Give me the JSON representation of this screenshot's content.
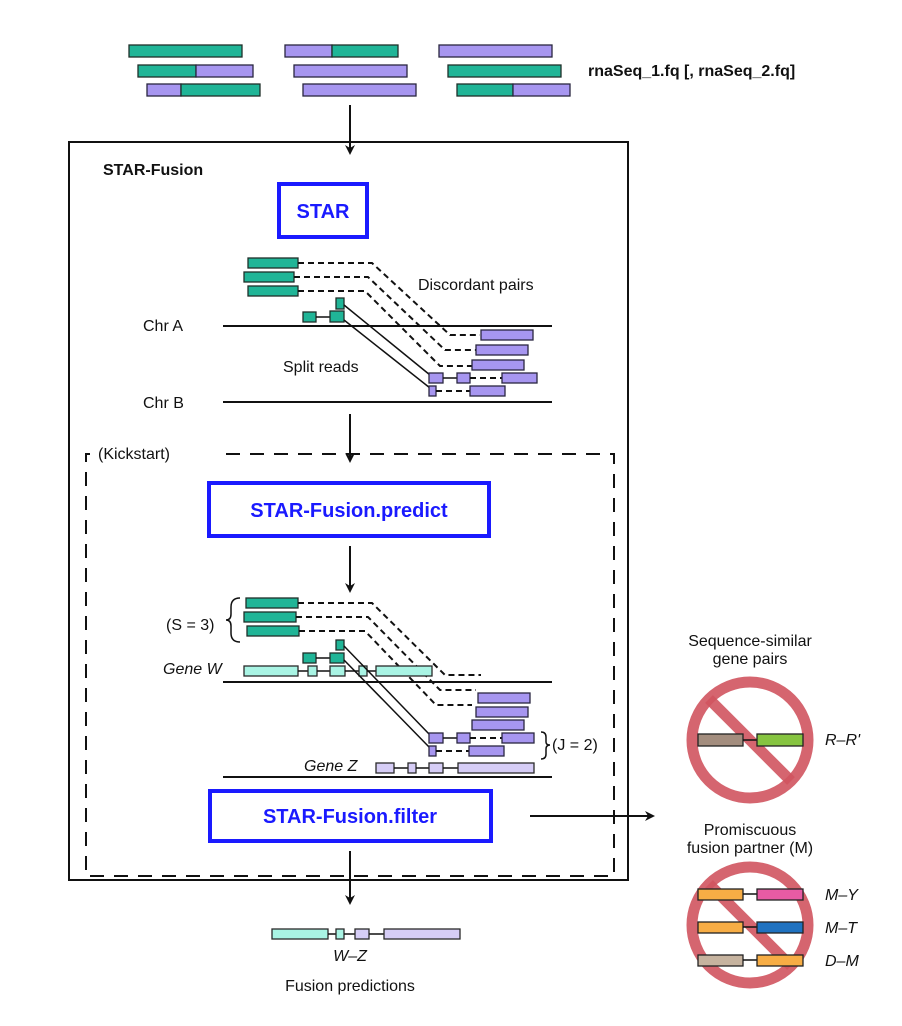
{
  "input": {
    "label": "rnaSeq_1.fq [, rnaSeq_2.fq]"
  },
  "pipeline": {
    "title": "STAR-Fusion",
    "star_label": "STAR",
    "discordant_label": "Discordant pairs",
    "split_reads_label": "Split reads",
    "chr_a_label": "Chr A",
    "chr_b_label": "Chr B",
    "kickstart_label": "(Kickstart)",
    "predict_label": "STAR-Fusion.predict",
    "support_s_label": "(S = 3)",
    "support_j_label": "(J = 2)",
    "gene_w_label": "Gene W",
    "gene_z_label": "Gene Z",
    "filter_label": "STAR-Fusion.filter"
  },
  "output": {
    "fusion_label": "W–Z",
    "caption": "Fusion predictions"
  },
  "filters": [
    {
      "title_line1": "Sequence-similar",
      "title_line2": "gene pairs",
      "pairs": [
        {
          "label": "R–R'",
          "left_color": "#a38d7e",
          "right_color": "#86c440"
        }
      ]
    },
    {
      "title_line1": "Promiscuous",
      "title_line2": "fusion partner (M)",
      "pairs": [
        {
          "label": "M–Y",
          "left_color": "#f7ad45",
          "right_color": "#e85ba4"
        },
        {
          "label": "M–T",
          "left_color": "#f7ad45",
          "right_color": "#1f72c0"
        },
        {
          "label": "D–M",
          "left_color": "#c6b39f",
          "right_color": "#f7ad45"
        }
      ]
    }
  ],
  "colors": {
    "read_a": "#20b597",
    "read_b": "#a796f0",
    "exon_w": "#a9f4e4",
    "exon_z": "#d6cdf6",
    "process_box": "#1a1aff",
    "prohibit": "#d0545f"
  }
}
